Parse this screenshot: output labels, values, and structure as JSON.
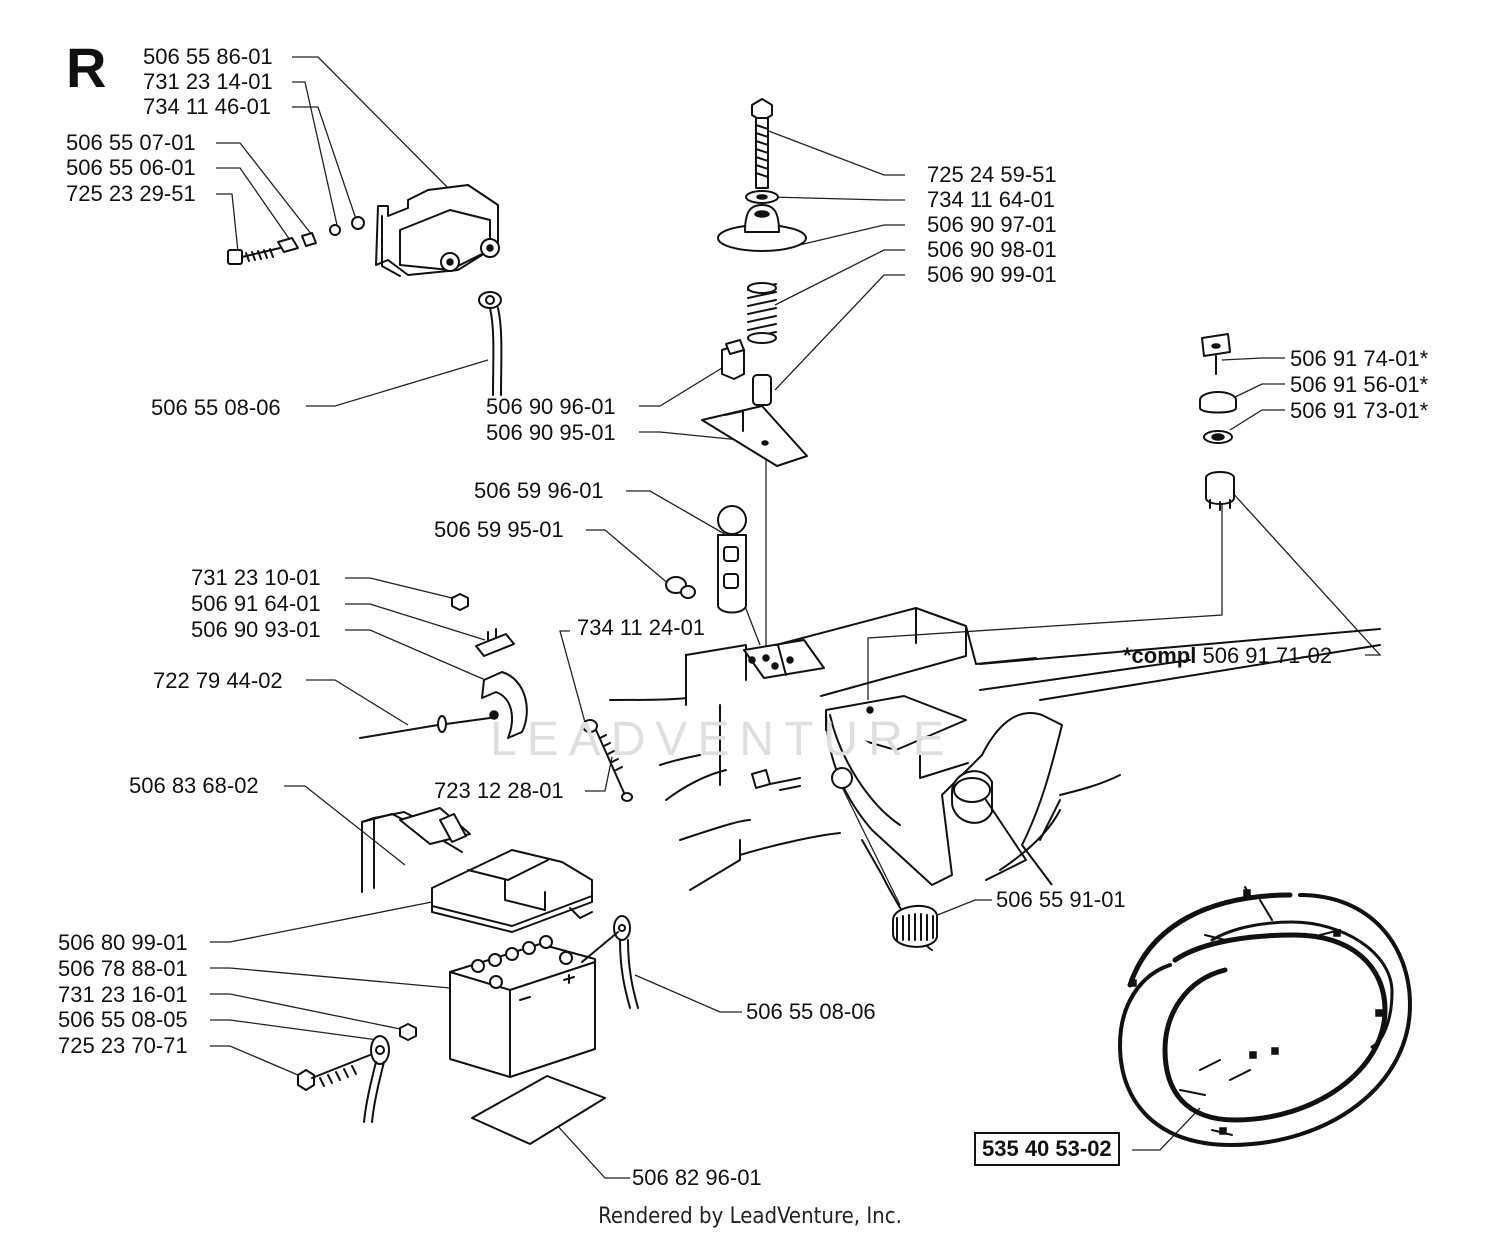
{
  "section_letter": "R",
  "watermark": "LEADVENTURE",
  "footer": "Rendered by LeadVenture, Inc.",
  "labels": [
    {
      "id": "p1",
      "text": "506 55 86-01"
    },
    {
      "id": "p2",
      "text": "731 23 14-01"
    },
    {
      "id": "p3",
      "text": "734 11 46-01"
    },
    {
      "id": "p4",
      "text": "506 55 07-01"
    },
    {
      "id": "p5",
      "text": "506 55 06-01"
    },
    {
      "id": "p6",
      "text": "725 23 29-51"
    },
    {
      "id": "p7",
      "text": "506 55 08-06"
    },
    {
      "id": "p8",
      "text": "725 24 59-51"
    },
    {
      "id": "p9",
      "text": "734 11 64-01"
    },
    {
      "id": "p10",
      "text": "506 90 97-01"
    },
    {
      "id": "p11",
      "text": "506 90 98-01"
    },
    {
      "id": "p12",
      "text": "506 90 99-01"
    },
    {
      "id": "p13",
      "text": "506 90 96-01"
    },
    {
      "id": "p14",
      "text": "506 90 95-01"
    },
    {
      "id": "p15",
      "text": "506 91 74-01*"
    },
    {
      "id": "p16",
      "text": "506 91 56-01*"
    },
    {
      "id": "p17",
      "text": "506 91 73-01*"
    },
    {
      "id": "p18",
      "text": "506 59 96-01"
    },
    {
      "id": "p19",
      "text": "506 59 95-01"
    },
    {
      "id": "p20",
      "text": "731 23 10-01"
    },
    {
      "id": "p21",
      "text": "506 91 64-01"
    },
    {
      "id": "p22",
      "text": "506 90 93-01"
    },
    {
      "id": "p23",
      "text": "734 11 24-01"
    },
    {
      "id": "p24",
      "text": "722 79 44-02"
    },
    {
      "id": "p25",
      "text": "723 12 28-01"
    },
    {
      "id": "p26",
      "text": "506 83 68-02"
    },
    {
      "id": "p27",
      "text": "506 55 91-01"
    },
    {
      "id": "p28",
      "text": "506 80 99-01"
    },
    {
      "id": "p29",
      "text": "506 78 88-01"
    },
    {
      "id": "p30",
      "text": "731 23 16-01"
    },
    {
      "id": "p31",
      "text": "506 55 08-05"
    },
    {
      "id": "p32",
      "text": "725 23 70-71"
    },
    {
      "id": "p33",
      "text": "506 55 08-06"
    },
    {
      "id": "p34",
      "text": "506 82 96-01"
    }
  ],
  "compl": {
    "prefix": "*compl",
    "number": "506 91 71-02"
  },
  "harness_part": "535 40 53-02"
}
